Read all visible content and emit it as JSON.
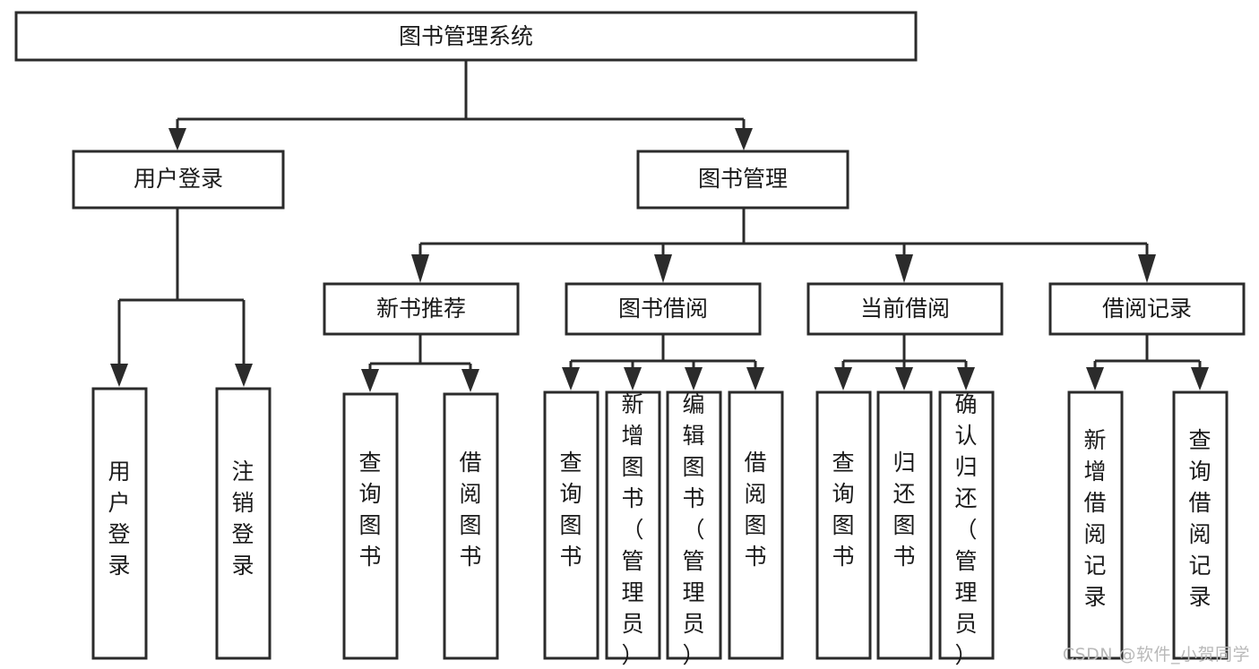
{
  "diagram": {
    "title": "图书管理系统",
    "type": "tree-hierarchy",
    "orientation": "top-down",
    "colors": {
      "box_stroke": "#2b2b2b",
      "box_fill": "#ffffff",
      "connector": "#2b2b2b",
      "text": "#1a1a1a",
      "background": "#ffffff",
      "watermark": "#b9b9b9"
    },
    "root": {
      "label": "图书管理系统"
    },
    "level2": [
      {
        "label": "用户登录"
      },
      {
        "label": "图书管理"
      }
    ],
    "level3": [
      {
        "label": "新书推荐"
      },
      {
        "label": "图书借阅"
      },
      {
        "label": "当前借阅"
      },
      {
        "label": "借阅记录"
      }
    ],
    "leaves": {
      "user_login": [
        {
          "label": "用户登录"
        },
        {
          "label": "注销登录"
        }
      ],
      "new_book_recommend": [
        {
          "label": "查询图书"
        },
        {
          "label": "借阅图书"
        }
      ],
      "book_borrow": [
        {
          "label": "查询图书"
        },
        {
          "label": "新增图书（管理员）"
        },
        {
          "label": "编辑图书（管理员）"
        },
        {
          "label": "借阅图书"
        }
      ],
      "current_borrow": [
        {
          "label": "查询图书"
        },
        {
          "label": "归还图书"
        },
        {
          "label": "确认归还（管理员）"
        }
      ],
      "borrow_records": [
        {
          "label": "新增借阅记录"
        },
        {
          "label": "查询借阅记录"
        }
      ]
    }
  },
  "watermark": {
    "text": "CSDN @软件_小贺同学"
  }
}
